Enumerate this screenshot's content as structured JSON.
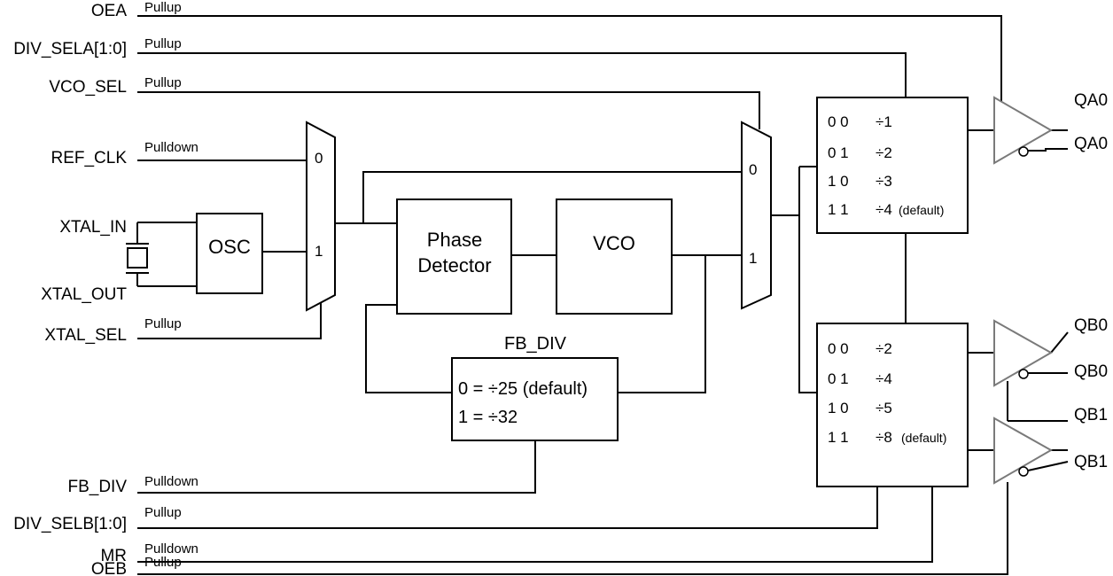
{
  "inputs": {
    "oea": {
      "name": "OEA",
      "attr": "Pullup"
    },
    "div_sela": {
      "name": "DIV_SELA[1:0]",
      "attr": "Pullup"
    },
    "vco_sel": {
      "name": "VCO_SEL",
      "attr": "Pullup"
    },
    "ref_clk": {
      "name": "REF_CLK",
      "attr": "Pulldown"
    },
    "xtal_in": {
      "name": "XTAL_IN"
    },
    "xtal_out": {
      "name": "XTAL_OUT"
    },
    "xtal_sel": {
      "name": "XTAL_SEL",
      "attr": "Pullup"
    },
    "fb_div": {
      "name": "FB_DIV",
      "attr": "Pulldown"
    },
    "div_selb": {
      "name": "DIV_SELB[1:0]",
      "attr": "Pullup"
    },
    "mr": {
      "name": "MR",
      "attr": "Pulldown"
    },
    "oeb": {
      "name": "OEB",
      "attr": "Pullup"
    }
  },
  "blocks": {
    "osc": "OSC",
    "phase_detector": [
      "Phase",
      "Detector"
    ],
    "vco": "VCO",
    "fb_div": {
      "title": "FB_DIV",
      "rows": [
        "0 = ÷25 (default)",
        "1 = ÷32"
      ]
    }
  },
  "mux1": {
    "in0": "0",
    "in1": "1"
  },
  "mux2": {
    "in0": "0",
    "in1": "1"
  },
  "divider_a": [
    {
      "sel": "0 0",
      "div": "÷1",
      "note": ""
    },
    {
      "sel": "0 1",
      "div": "÷2",
      "note": ""
    },
    {
      "sel": "1 0",
      "div": "÷3",
      "note": ""
    },
    {
      "sel": "1 1",
      "div": "÷4",
      "note": "(default)"
    }
  ],
  "divider_b": [
    {
      "sel": "0 0",
      "div": "÷2",
      "note": ""
    },
    {
      "sel": "0 1",
      "div": "÷4",
      "note": ""
    },
    {
      "sel": "1 0",
      "div": "÷5",
      "note": ""
    },
    {
      "sel": "1 1",
      "div": "÷8",
      "note": "(default)"
    }
  ],
  "outputs": {
    "qa0": "QA0",
    "qa0_n": "QA0",
    "qb0": "QB0",
    "qb0_n": "QB0",
    "qb1": "QB1",
    "qb1_n": "QB1"
  }
}
